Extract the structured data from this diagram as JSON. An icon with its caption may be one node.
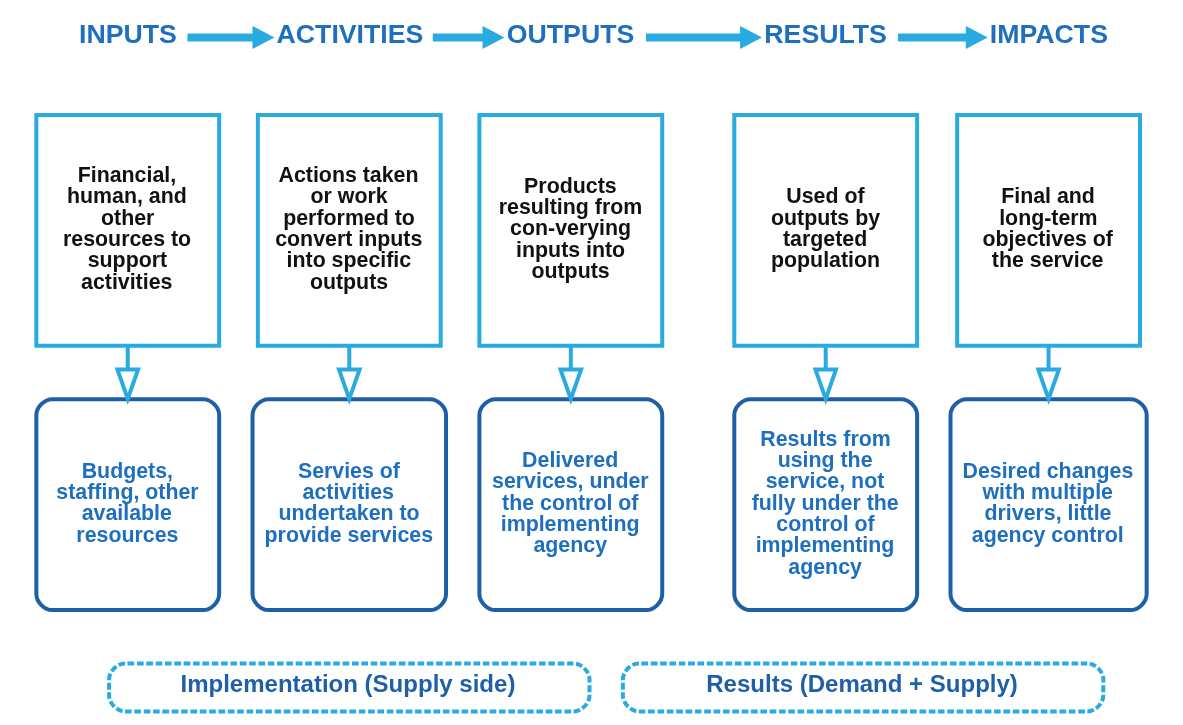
{
  "diagram": {
    "nodes": [
      {
        "text": [
          "INPUTS"
        ]
      },
      {
        "text": [
          "ACTIVITIES"
        ]
      },
      {
        "text": [
          "OUTPUTS"
        ]
      },
      {
        "text": [
          "RESULTS"
        ]
      },
      {
        "text": [
          "IMPACTS"
        ]
      },
      {
        "text": [
          "Financial, human, and other resources to support activities"
        ]
      },
      {
        "text": [
          "Actions taken or work performed to convert inputs into specific outputs"
        ]
      },
      {
        "text": [
          "Products resulting from con-verying inputs into outputs"
        ]
      },
      {
        "text": [
          "Used of outputs by targeted population"
        ]
      },
      {
        "text": [
          "Final and long-term objectives of the service"
        ]
      },
      {
        "text": [
          "Budgets, staffing, other available resources"
        ]
      },
      {
        "text": [
          "Servies of activities undertaken to provide services"
        ]
      },
      {
        "text": [
          "Delivered services, under the control of implementing agency"
        ]
      },
      {
        "text": [
          "Results from using the service, not fully under the control of implementing agency"
        ]
      },
      {
        "text": [
          "Desired changes with multiple drivers, little agency control"
        ]
      },
      {
        "text": [
          "Implementation (Supply side)"
        ]
      },
      {
        "text": [
          "Results (Demand + Supply)"
        ]
      }
    ],
    "edges": [
      {
        "from": 0,
        "to": 1,
        "arrow": "to",
        "style": "thick"
      },
      {
        "from": 1,
        "to": 2,
        "arrow": "to",
        "style": "thick"
      },
      {
        "from": 2,
        "to": 3,
        "arrow": "to",
        "style": "thick"
      },
      {
        "from": 3,
        "to": 4,
        "arrow": "to",
        "style": "thick"
      },
      {
        "from": 5,
        "to": 10,
        "arrow": "to"
      },
      {
        "from": 6,
        "to": 11,
        "arrow": "to"
      },
      {
        "from": 7,
        "to": 12,
        "arrow": "to"
      },
      {
        "from": 8,
        "to": 13,
        "arrow": "to"
      },
      {
        "from": 9,
        "to": 14,
        "arrow": "to"
      }
    ]
  }
}
